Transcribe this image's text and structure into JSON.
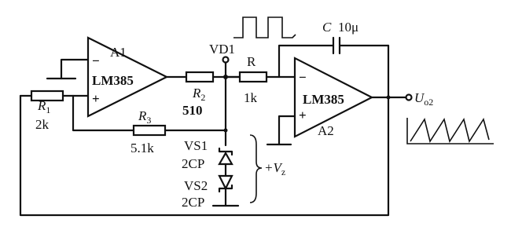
{
  "labels": {
    "a1": "A1",
    "a1_model": "LM385",
    "a2": "A2",
    "a2_model": "LM385",
    "r1_name": "R",
    "r1_sub": "1",
    "r1_value": "2k",
    "r2_name": "R",
    "r2_sub": "2",
    "r2_value": "510",
    "r3_name": "R",
    "r3_sub": "3",
    "r3_value": "5.1k",
    "r_name": "R",
    "r_value": "1k",
    "c_name": "C",
    "c_value": "10μ",
    "vd1": "VD1",
    "vs1": "VS1",
    "vs1_type": "2CP",
    "vs2": "VS2",
    "vs2_type": "2CP",
    "vz": "+V",
    "vz_sub": "z",
    "out_name": "U",
    "out_sub": "o2",
    "minus": "−",
    "plus": "+"
  }
}
